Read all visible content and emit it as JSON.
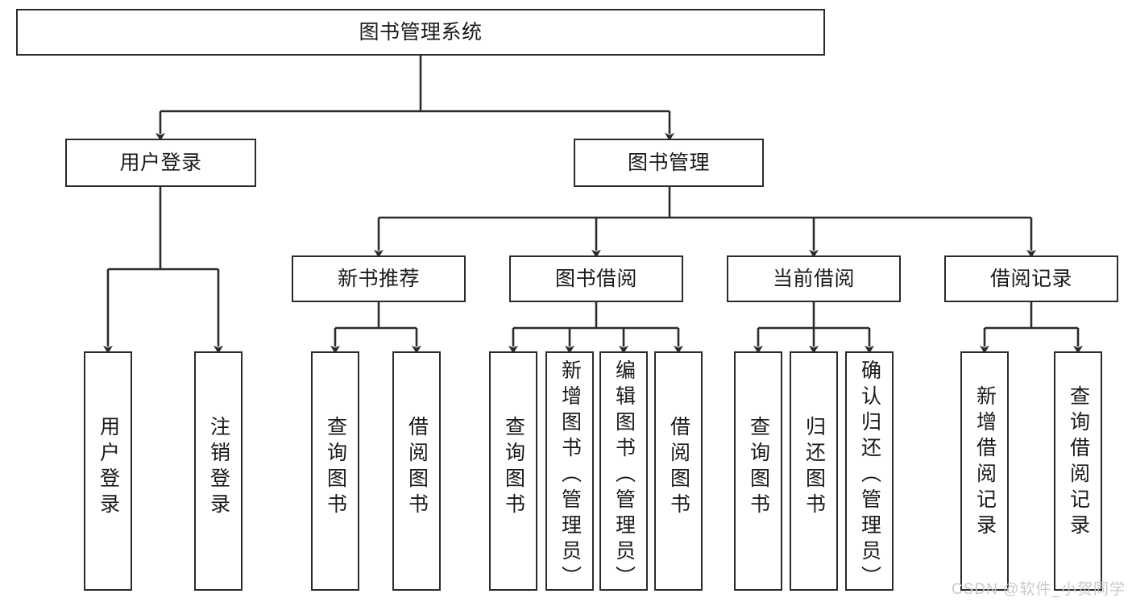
{
  "diagram": {
    "title": "图书管理系统",
    "type": "tree-hierarchy",
    "watermark": "CSDN @软件_小贺同学",
    "colors": {
      "box_border": "#2b2b2b",
      "box_fill": "#ffffff",
      "edge": "#2b2b2b",
      "text": "#1a1a1a",
      "watermark": "#c9c9c9"
    },
    "root": {
      "id": "root",
      "label": "图书管理系统"
    },
    "level2": [
      {
        "id": "user-login",
        "label": "用户登录"
      },
      {
        "id": "book-manage",
        "label": "图书管理"
      }
    ],
    "level3": [
      {
        "id": "new-book-recommend",
        "label": "新书推荐",
        "parent": "book-manage"
      },
      {
        "id": "book-borrow",
        "label": "图书借阅",
        "parent": "book-manage"
      },
      {
        "id": "current-borrow",
        "label": "当前借阅",
        "parent": "book-manage"
      },
      {
        "id": "borrow-record",
        "label": "借阅记录",
        "parent": "book-manage"
      }
    ],
    "leaves": {
      "user-login": [
        {
          "id": "leaf-user-login",
          "label": "用户登录"
        },
        {
          "id": "leaf-user-logout",
          "label": "注销登录"
        }
      ],
      "new-book-recommend": [
        {
          "id": "leaf-query-book-1",
          "label": "查询图书"
        },
        {
          "id": "leaf-borrow-book-1",
          "label": "借阅图书"
        }
      ],
      "book-borrow": [
        {
          "id": "leaf-query-book-2",
          "label": "查询图书"
        },
        {
          "id": "leaf-add-book",
          "label": "新增图书（管理员）"
        },
        {
          "id": "leaf-edit-book",
          "label": "编辑图书（管理员）"
        },
        {
          "id": "leaf-borrow-book-2",
          "label": "借阅图书"
        }
      ],
      "current-borrow": [
        {
          "id": "leaf-query-book-3",
          "label": "查询图书"
        },
        {
          "id": "leaf-return-book",
          "label": "归还图书"
        },
        {
          "id": "leaf-confirm-return",
          "label": "确认归还（管理员）"
        }
      ],
      "borrow-record": [
        {
          "id": "leaf-add-record",
          "label": "新增借阅记录"
        },
        {
          "id": "leaf-query-record",
          "label": "查询借阅记录"
        }
      ]
    }
  }
}
